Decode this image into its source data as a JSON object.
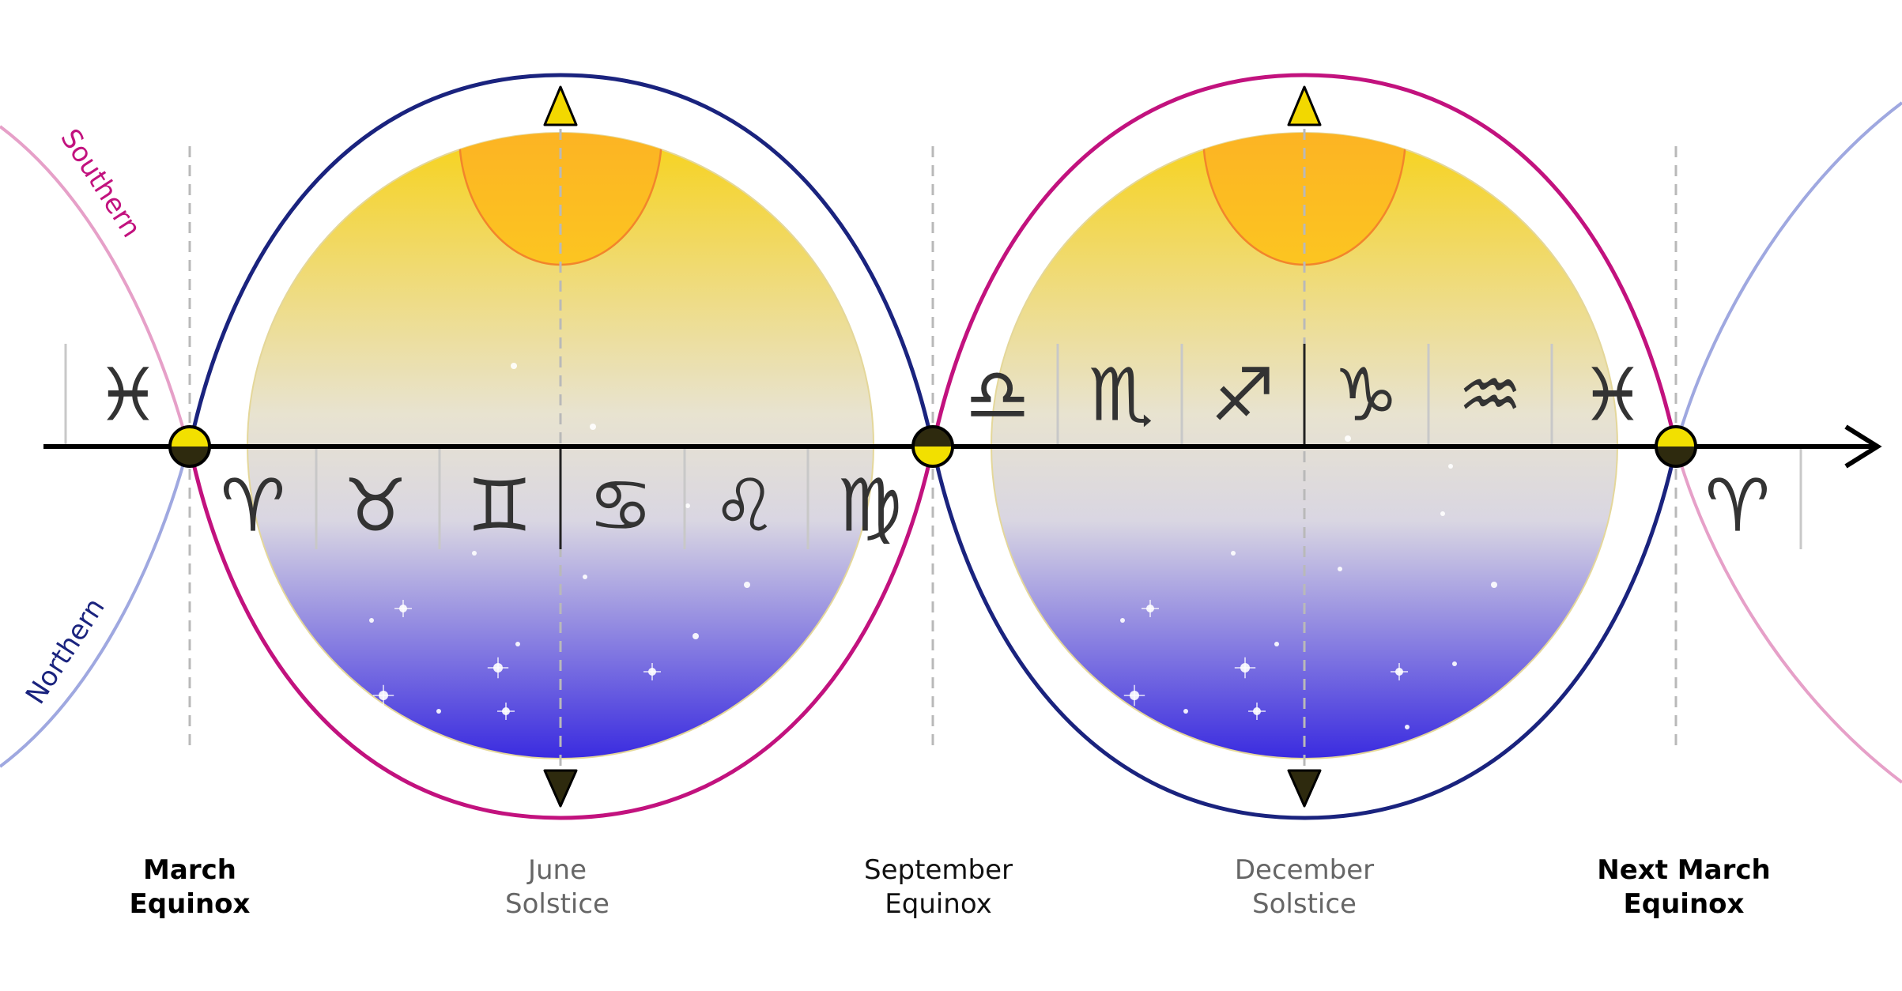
{
  "labels": {
    "march": [
      "March",
      "Equinox"
    ],
    "june": [
      "June",
      "Solstice"
    ],
    "september": [
      "September",
      "Equinox"
    ],
    "december": [
      "December",
      "Solstice"
    ],
    "next_march": [
      "Next March",
      "Equinox"
    ]
  },
  "hemispheres": {
    "southern": "Southern",
    "northern": "Northern"
  },
  "zodiac": {
    "upper_row": [
      "♓",
      "♎",
      "♏",
      "♐",
      "♑",
      "♒",
      "♓"
    ],
    "lower_row": [
      "♈",
      "♉",
      "♊",
      "♋",
      "♌",
      "♍",
      "♈"
    ]
  },
  "colors": {
    "northern": "#1a237e",
    "southern": "#c2127e",
    "northern_faded": "#9fa8e0",
    "southern_faded": "#e6a0c8",
    "sun": "#fbbf24",
    "night": "#3a2be0",
    "day": "#f7d21a",
    "equinox_marker": "#f2e000"
  }
}
